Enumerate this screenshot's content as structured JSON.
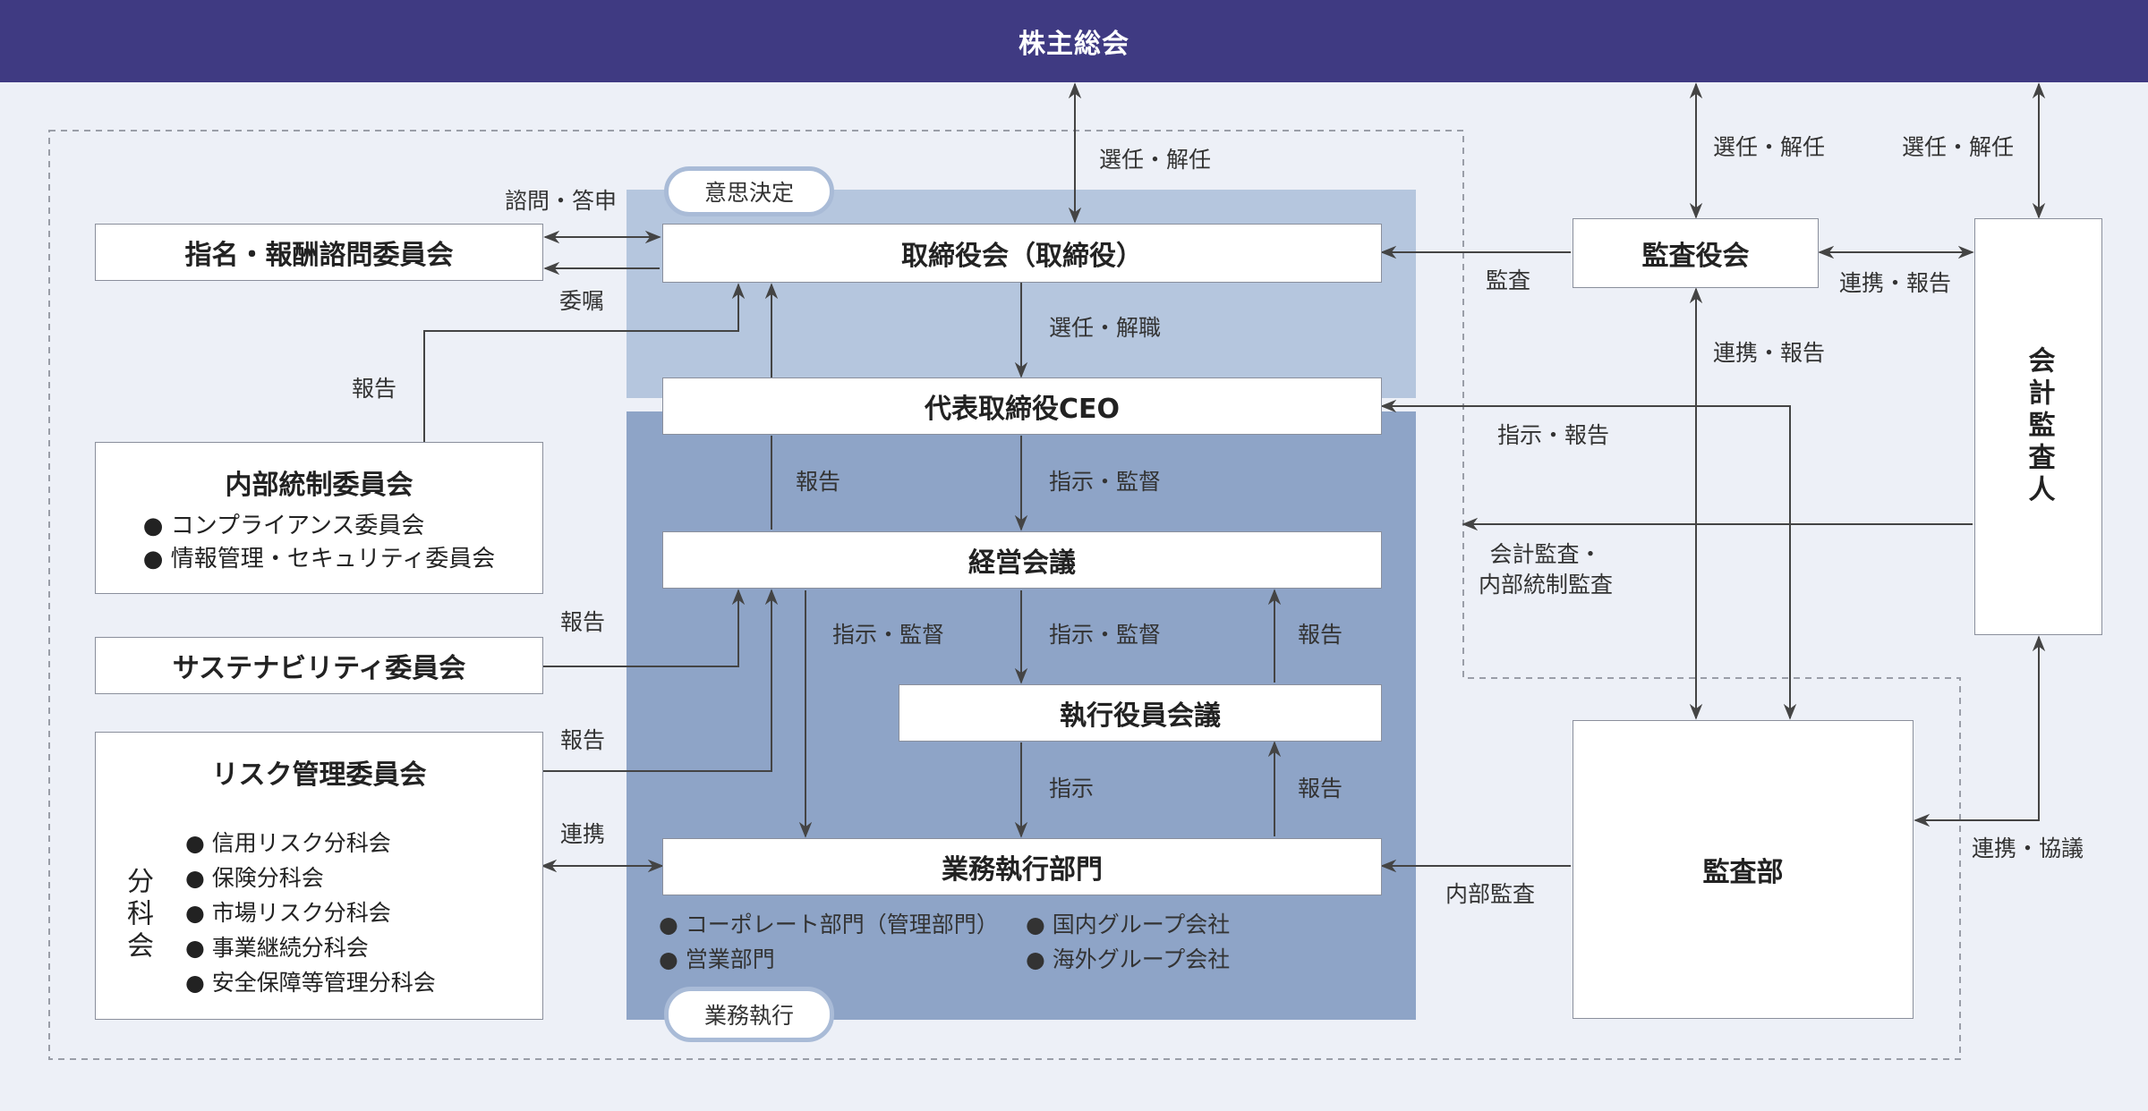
{
  "header": {
    "title": "株主総会"
  },
  "groups": {
    "decision": "意思決定",
    "execution": "業務執行"
  },
  "nodes": {
    "board": "取締役会（取締役）",
    "ceo": "代表取締役CEO",
    "mgmt_meeting": "経営会議",
    "exec_officers": "執行役員会議",
    "business_exec": "業務執行部門",
    "nomination": "指名・報酬諮問委員会",
    "internal_control": {
      "title": "内部統制委員会",
      "items": [
        "コンプライアンス委員会",
        "情報管理・セキュリティ委員会"
      ]
    },
    "sustainability": "サステナビリティ委員会",
    "risk": {
      "title": "リスク管理委員会",
      "subgroup_label": "分科会",
      "items": [
        "信用リスク分科会",
        "保険分科会",
        "市場リスク分科会",
        "事業継続分科会",
        "安全保障等管理分科会"
      ]
    },
    "kansayakukai": "監査役会",
    "audit_dept": "監査部",
    "accounting_auditor": "会計監査人"
  },
  "business_units": [
    "コーポレート部門（管理部門）",
    "営業部門",
    "国内グループ会社",
    "海外グループ会社"
  ],
  "edge_labels": {
    "sh_board": "選任・解任",
    "sh_kansa": "選任・解任",
    "sh_auditor": "選任・解任",
    "consult": "諮問・答申",
    "delegate": "委嘱",
    "ic_report": "報告",
    "board_ceo": "選任・解職",
    "ceo_report": "報告",
    "ceo_mgmt": "指示・監督",
    "sus_report": "報告",
    "risk_report": "報告",
    "mgmt_biz": "指示・監督",
    "mgmt_exec": "指示・監督",
    "exec_mgmt_report": "報告",
    "exec_biz": "指示",
    "biz_exec_report": "報告",
    "risk_link": "連携",
    "audit": "監査",
    "kansa_auditor": "連携・報告",
    "kansa_dept": "連携・報告",
    "ceo_dept": "指示・報告",
    "acc_audit": "会計監査・\n内部統制監査",
    "internal_audit": "内部監査",
    "dept_auditor": "連携・協議"
  },
  "colors": {
    "header": "#3f3a82",
    "background": "#edf0f7",
    "decision_band": "#b5c6de",
    "execution_band": "#8ea4c7",
    "arrow": "#444444"
  }
}
